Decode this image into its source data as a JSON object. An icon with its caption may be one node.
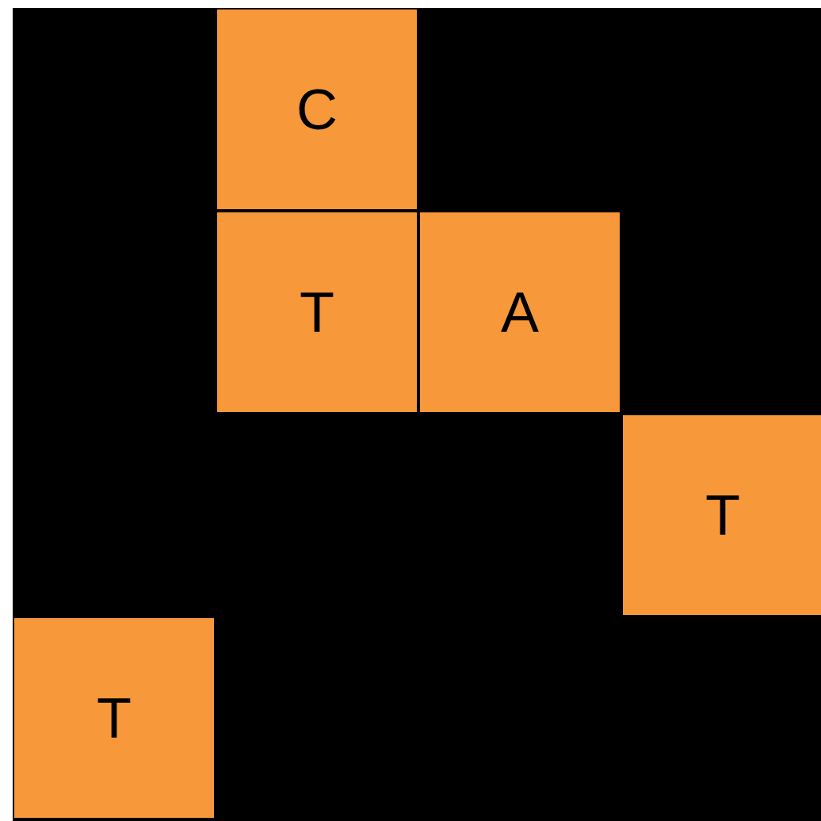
{
  "diagram": {
    "nodes": [
      {
        "text": [
          "C"
        ]
      },
      {
        "text": [
          "T"
        ]
      },
      {
        "text": [
          "A"
        ]
      },
      {
        "text": [
          "T"
        ]
      },
      {
        "text": [
          "T"
        ]
      }
    ]
  }
}
